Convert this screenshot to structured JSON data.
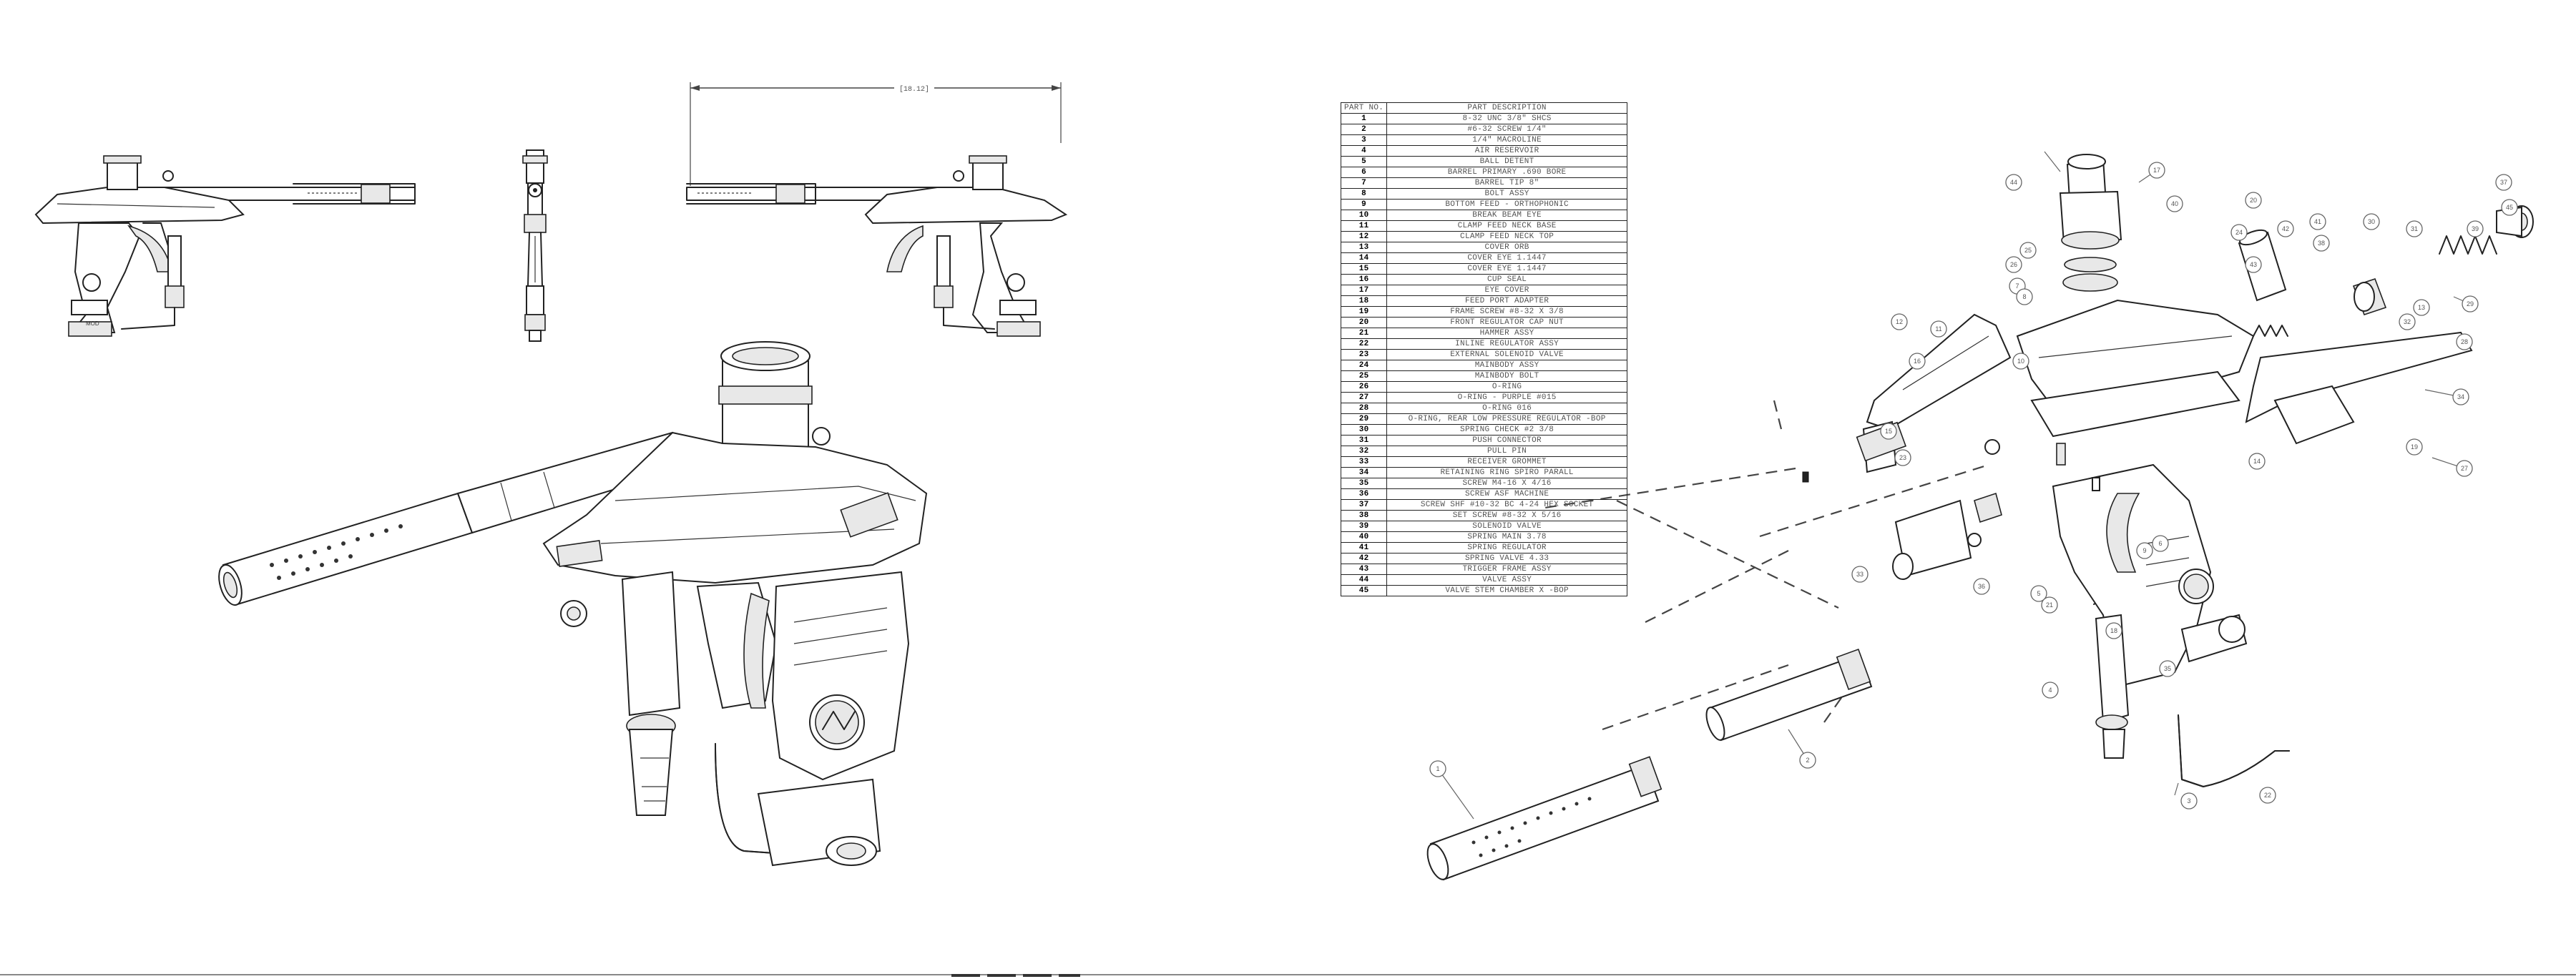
{
  "parts_table": {
    "header": {
      "no": "PART NO.",
      "desc": "PART DESCRIPTION"
    },
    "rows": [
      {
        "no": "1",
        "desc": "8-32 UNC 3/8\" SHCS"
      },
      {
        "no": "2",
        "desc": "#6-32 SCREW 1/4\""
      },
      {
        "no": "3",
        "desc": "1/4\" MACROLINE"
      },
      {
        "no": "4",
        "desc": "AIR RESERVOIR"
      },
      {
        "no": "5",
        "desc": "BALL DETENT"
      },
      {
        "no": "6",
        "desc": "BARREL PRIMARY .690 BORE"
      },
      {
        "no": "7",
        "desc": "BARREL TIP 8\""
      },
      {
        "no": "8",
        "desc": "BOLT ASSY"
      },
      {
        "no": "9",
        "desc": "BOTTOM FEED - ORTHOPHONIC"
      },
      {
        "no": "10",
        "desc": "BREAK BEAM EYE"
      },
      {
        "no": "11",
        "desc": "CLAMP FEED NECK BASE"
      },
      {
        "no": "12",
        "desc": "CLAMP FEED NECK TOP"
      },
      {
        "no": "13",
        "desc": "COVER ORB"
      },
      {
        "no": "14",
        "desc": "COVER EYE 1.1447"
      },
      {
        "no": "15",
        "desc": "COVER EYE 1.1447"
      },
      {
        "no": "16",
        "desc": "CUP SEAL"
      },
      {
        "no": "17",
        "desc": "EYE COVER"
      },
      {
        "no": "18",
        "desc": "FEED PORT ADAPTER"
      },
      {
        "no": "19",
        "desc": "FRAME SCREW #8-32 X 3/8"
      },
      {
        "no": "20",
        "desc": "FRONT REGULATOR CAP NUT"
      },
      {
        "no": "21",
        "desc": "HAMMER ASSY"
      },
      {
        "no": "22",
        "desc": "INLINE REGULATOR ASSY"
      },
      {
        "no": "23",
        "desc": "EXTERNAL SOLENOID VALVE"
      },
      {
        "no": "24",
        "desc": "MAINBODY ASSY"
      },
      {
        "no": "25",
        "desc": "MAINBODY BOLT"
      },
      {
        "no": "26",
        "desc": "O-RING"
      },
      {
        "no": "27",
        "desc": "O-RING - PURPLE #015"
      },
      {
        "no": "28",
        "desc": "O-RING 016"
      },
      {
        "no": "29",
        "desc": "O-RING, REAR LOW PRESSURE REGULATOR -BOP"
      },
      {
        "no": "30",
        "desc": "SPRING CHECK #2 3/8"
      },
      {
        "no": "31",
        "desc": "PUSH CONNECTOR"
      },
      {
        "no": "32",
        "desc": "PULL PIN"
      },
      {
        "no": "33",
        "desc": "RECEIVER GROMMET"
      },
      {
        "no": "34",
        "desc": "RETAINING RING SPIRO PARALL"
      },
      {
        "no": "35",
        "desc": "SCREW M4-16 X 4/16"
      },
      {
        "no": "36",
        "desc": "SCREW ASF MACHINE"
      },
      {
        "no": "37",
        "desc": "SCREW SHF #10-32 BC 4-24 HEX SOCKET"
      },
      {
        "no": "38",
        "desc": "SET SCREW #8-32 X 5/16"
      },
      {
        "no": "39",
        "desc": "SOLENOID VALVE"
      },
      {
        "no": "40",
        "desc": "SPRING MAIN 3.78"
      },
      {
        "no": "41",
        "desc": "SPRING REGULATOR"
      },
      {
        "no": "42",
        "desc": "SPRING VALVE 4.33"
      },
      {
        "no": "43",
        "desc": "TRIGGER FRAME ASSY"
      },
      {
        "no": "44",
        "desc": "VALVE ASSY"
      },
      {
        "no": "45",
        "desc": "VALVE STEM CHAMBER X -BOP"
      }
    ]
  },
  "dimension_label": "[18.12]",
  "callouts": [
    "1",
    "2",
    "3",
    "4",
    "5",
    "6",
    "7",
    "8",
    "9",
    "10",
    "11",
    "12",
    "13",
    "14",
    "15",
    "16",
    "17",
    "18",
    "19",
    "20",
    "21",
    "22",
    "23",
    "24",
    "25",
    "26",
    "27",
    "28",
    "29",
    "30",
    "31",
    "32",
    "33",
    "34",
    "35",
    "36",
    "37",
    "38",
    "39",
    "40",
    "41",
    "42",
    "43",
    "44",
    "45"
  ]
}
